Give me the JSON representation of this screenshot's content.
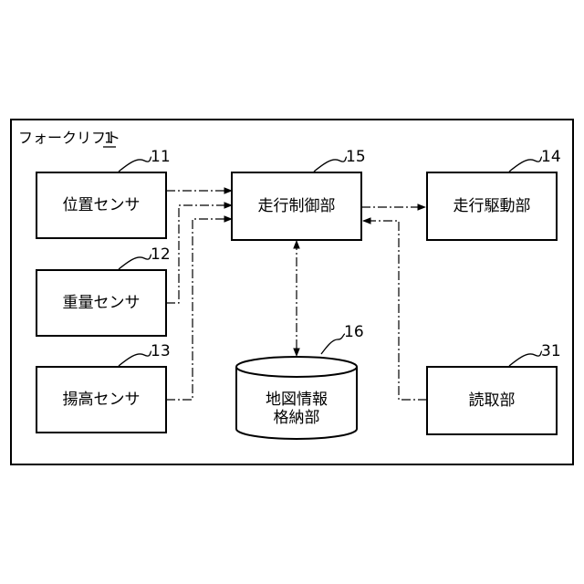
{
  "title": "フォークリフト",
  "title_ref": "1",
  "blocks": {
    "position_sensor": {
      "label": "位置センサ",
      "ref": "11"
    },
    "weight_sensor": {
      "label": "重量センサ",
      "ref": "12"
    },
    "lift_height_sensor": {
      "label": "揚高センサ",
      "ref": "13"
    },
    "travel_control_unit": {
      "label": "走行制御部",
      "ref": "15"
    },
    "travel_drive_unit": {
      "label": "走行駆動部",
      "ref": "14"
    },
    "map_storage": {
      "line1": "地図情報",
      "line2": "格納部",
      "ref": "16"
    },
    "reader_unit": {
      "label": "読取部",
      "ref": "31"
    }
  }
}
